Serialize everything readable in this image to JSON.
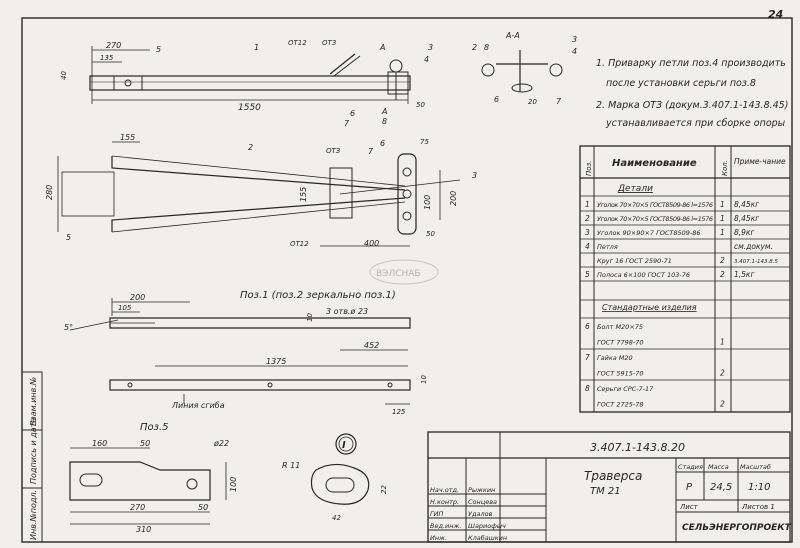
{
  "sheet": {
    "number": "24",
    "doc_code": "3.407.1-143.8.20",
    "title": "Траверса",
    "subtitle": "ТМ 21",
    "company": "СЕЛЬЭНЕРГОПРОЕКТ",
    "watermark": "ВЭЛСНАБ"
  },
  "notes": [
    "1. Приварку петли поз.4 производить",
    "после установки серьги поз.8",
    "2. Марка ОТЗ (докум.3.407.1-143.8.45)",
    "устанавливается при сборке опоры"
  ],
  "spec": {
    "headers": {
      "pos": "Поз.",
      "name": "Наименование",
      "qty": "Кол.",
      "note": "Приме-чание"
    },
    "groups": {
      "details": "Детали",
      "standard": "Стандартные изделия"
    },
    "rows": [
      {
        "pos": "1",
        "name": "Уголок 70×70×5 ГОСТ8509-86 l=1576",
        "qty": "1",
        "note": "8,45кг"
      },
      {
        "pos": "2",
        "name": "Уголок 70×70×5 ГОСТ8509-86 l=1576",
        "qty": "1",
        "note": "8,45кг"
      },
      {
        "pos": "3",
        "name": "Уголок 90×90×7 ГОСТ8509-86",
        "qty": "1",
        "note": "8,9кг"
      },
      {
        "pos": "4",
        "name": "Петля",
        "qty": "",
        "note": "см.докум."
      },
      {
        "pos": "",
        "name": "Круг 16 ГОСТ 2590-71",
        "qty": "2",
        "note": "3.407.1-143.8.5"
      },
      {
        "pos": "5",
        "name": "Полоса 6×100 ГОСТ 103-76",
        "qty": "2",
        "note": "1,5кг"
      },
      {
        "pos": "6",
        "name": "Болт М20×75",
        "qty": "",
        "note": ""
      },
      {
        "pos": "",
        "name": "ГОСТ 7798-70",
        "qty": "1",
        "note": ""
      },
      {
        "pos": "7",
        "name": "Гайка М20",
        "qty": "",
        "note": ""
      },
      {
        "pos": "",
        "name": "ГОСТ 5915-70",
        "qty": "2",
        "note": ""
      },
      {
        "pos": "8",
        "name": "Серьги СРС-7-17",
        "qty": "",
        "note": ""
      },
      {
        "pos": "",
        "name": "ГОСТ 2725-78",
        "qty": "2",
        "note": ""
      }
    ]
  },
  "title_block": {
    "stage_label": "Стадия",
    "mass_label": "Масса",
    "scale_label": "Масштаб",
    "stage": "Р",
    "mass": "24,5",
    "scale": "1:10",
    "sheet_label": "Лист",
    "sheets_label": "Листов 1",
    "people": [
      {
        "role": "Нач.отд.",
        "name": "Рыжкин"
      },
      {
        "role": "Н.контр.",
        "name": "Сонцева"
      },
      {
        "role": "ГИП",
        "name": "Удалов"
      },
      {
        "role": "Вед.инж.",
        "name": "Шариофыч"
      },
      {
        "role": "Инж.",
        "name": "Клабашкин"
      }
    ]
  },
  "side_stamp": [
    "Инв.№подл.",
    "Подпись и дата",
    "Взам.инв.№"
  ],
  "views": {
    "pos1_title": "Поз.1 (поз.2 зеркально поз.1)",
    "pos5_title": "Поз.5",
    "section_label": "А-А",
    "marker_a": "А",
    "bend_label": "Линия сгиба",
    "hole_label": "3 отв.ø 23",
    "callout_i": "I",
    "otz": "ОТЗ",
    "ot12": "ОТ12",
    "angle": "5°",
    "dims_top": [
      "270",
      "135",
      "1550",
      "50",
      "40"
    ],
    "dims_plan": [
      "155",
      "280",
      "155",
      "100",
      "200",
      "400",
      "50",
      "75"
    ],
    "dims_pos1": [
      "200",
      "105",
      "10",
      "452",
      "1375",
      "125",
      "10"
    ],
    "dims_pos5": [
      "160",
      "50",
      "ø22",
      "100",
      "270",
      "50",
      "310"
    ],
    "dims_detail": [
      "R 11",
      "22",
      "20",
      "42"
    ],
    "leaders": [
      "1",
      "2",
      "3",
      "4",
      "5",
      "6",
      "7",
      "8"
    ]
  }
}
